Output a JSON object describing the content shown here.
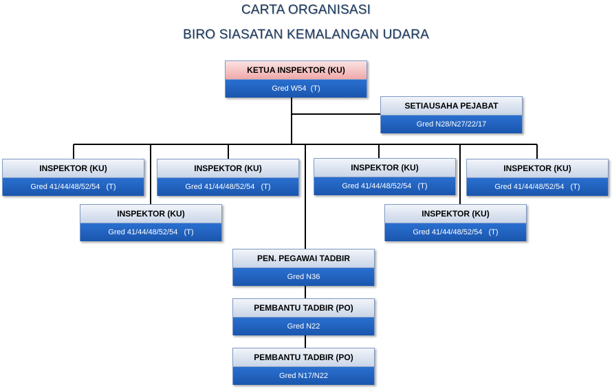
{
  "title": "CARTA ORGANISASI",
  "subtitle": "BIRO SIASATAN  KEMALANGAN  UDARA",
  "nodes": {
    "ketua": {
      "title": "KETUA INSPEKTOR (KU)",
      "grade": "Gred W54  (T)"
    },
    "setiausaha": {
      "title": "SETIAUSAHA PEJABAT",
      "grade": "Gred N28/N27/22/17"
    },
    "insp1": {
      "title": "INSPEKTOR (KU)",
      "grade": "Gred 41/44/48/52/54   (T)"
    },
    "insp2": {
      "title": "INSPEKTOR (KU)",
      "grade": "Gred 41/44/48/52/54   (T)"
    },
    "insp3": {
      "title": "INSPEKTOR (KU)",
      "grade": "Gred 41/44/48/52/54   (T)"
    },
    "insp4": {
      "title": "INSPEKTOR (KU)",
      "grade": "Gred 41/44/48/52/54   (T)"
    },
    "insp5": {
      "title": "INSPEKTOR (KU)",
      "grade": "Gred 41/44/48/52/54   (T)"
    },
    "insp6": {
      "title": "INSPEKTOR (KU)",
      "grade": "Gred 41/44/48/52/54   (T)"
    },
    "pen": {
      "title": "PEN. PEGAWAI TADBIR",
      "grade": "Gred N36"
    },
    "pembantu1": {
      "title": "PEMBANTU TADBIR (PO)",
      "grade": "Gred N22"
    },
    "pembantu2": {
      "title": "PEMBANTU TADBIR (PO)",
      "grade": "Gred N17/N22"
    }
  }
}
